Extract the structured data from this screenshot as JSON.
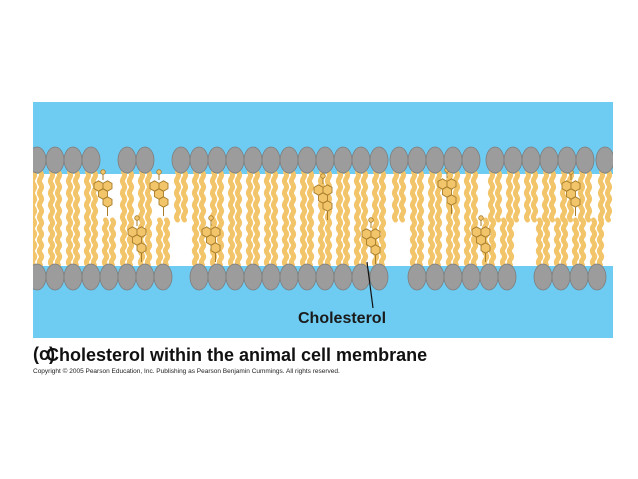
{
  "figure": {
    "callout_label": "Cholesterol",
    "panel_letter": "(c)",
    "caption": "Cholesterol within the animal cell membrane",
    "copyright": "Copyright © 2005 Pearson Education, Inc. Publishing as Pearson Benjamin Cummings. All rights reserved."
  },
  "colors": {
    "water": "#6ecbf2",
    "head": "#9c9c9c",
    "tail": "#f2c56b",
    "tail_stroke": "#c99a3c",
    "cholesterol": "#f2c56b"
  }
}
